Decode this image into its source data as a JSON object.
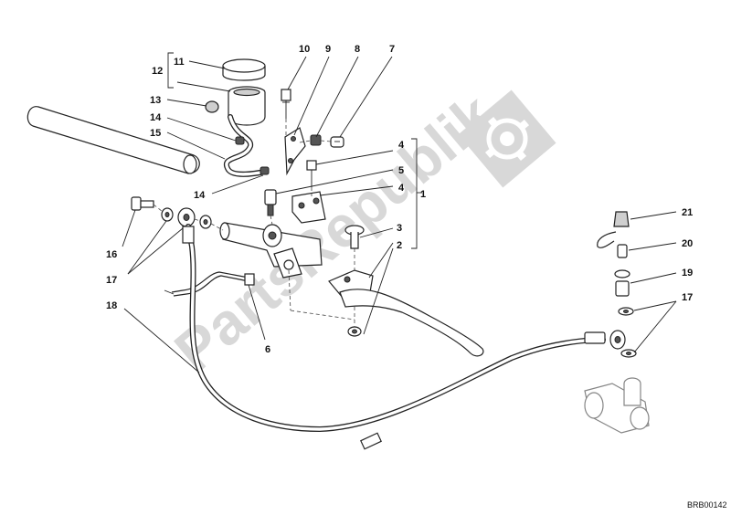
{
  "watermark": "PartsRepublik",
  "drawing_code": "BRB00142",
  "callouts": [
    {
      "id": "c1",
      "text": "1"
    },
    {
      "id": "c2",
      "text": "2"
    },
    {
      "id": "c3",
      "text": "3"
    },
    {
      "id": "c4a",
      "text": "4"
    },
    {
      "id": "c4b",
      "text": "4"
    },
    {
      "id": "c5",
      "text": "5"
    },
    {
      "id": "c6",
      "text": "6"
    },
    {
      "id": "c7",
      "text": "7"
    },
    {
      "id": "c8",
      "text": "8"
    },
    {
      "id": "c9",
      "text": "9"
    },
    {
      "id": "c10",
      "text": "10"
    },
    {
      "id": "c11",
      "text": "11"
    },
    {
      "id": "c12",
      "text": "12"
    },
    {
      "id": "c13",
      "text": "13"
    },
    {
      "id": "c14a",
      "text": "14"
    },
    {
      "id": "c14b",
      "text": "14"
    },
    {
      "id": "c15",
      "text": "15"
    },
    {
      "id": "c16",
      "text": "16"
    },
    {
      "id": "c17a",
      "text": "17"
    },
    {
      "id": "c17b",
      "text": "17"
    },
    {
      "id": "c18",
      "text": "18"
    },
    {
      "id": "c19",
      "text": "19"
    },
    {
      "id": "c20",
      "text": "20"
    },
    {
      "id": "c21",
      "text": "21"
    }
  ]
}
